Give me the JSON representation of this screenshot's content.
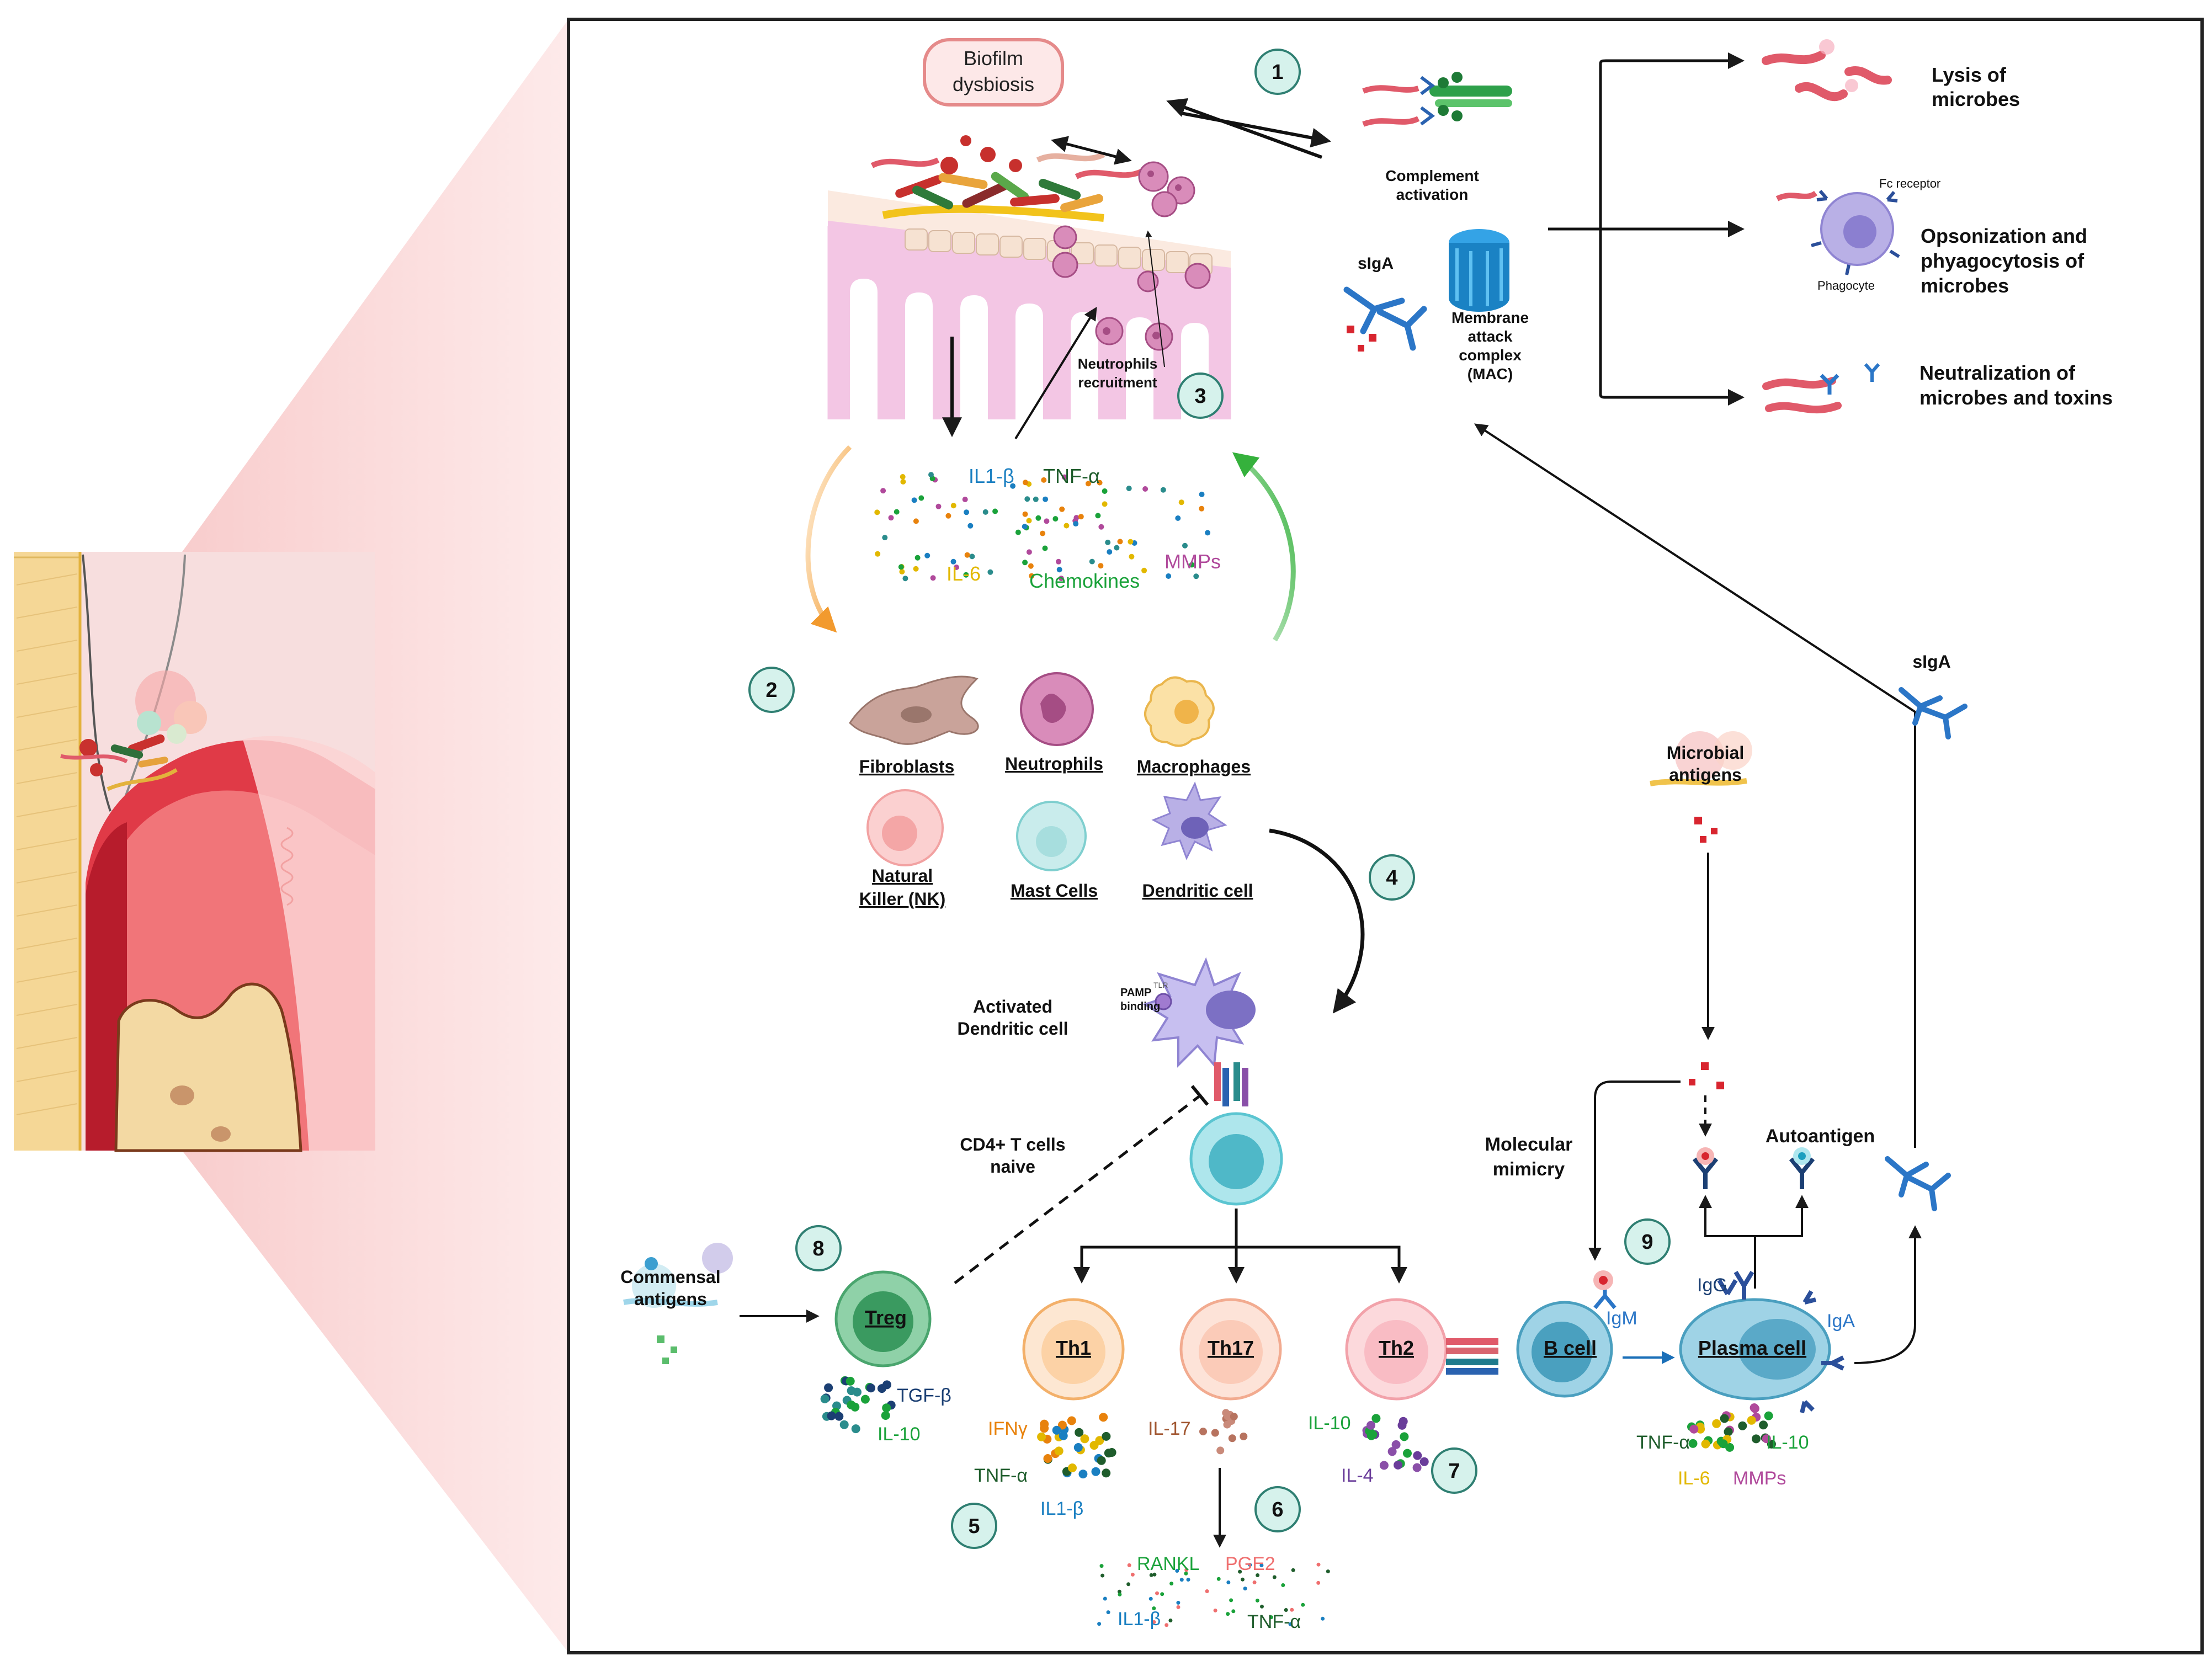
{
  "labels": {
    "biofilm": [
      "Biofilm",
      "dysbiosis"
    ],
    "neutrophils_recruitment": [
      "Neutrophils",
      "recruitment"
    ],
    "complement_activation": [
      "Complement",
      "activation"
    ],
    "siga_top": "sIgA",
    "mac": [
      "Membrane",
      "attack",
      "complex",
      "(MAC)"
    ],
    "lysis": [
      "Lysis of",
      "microbes"
    ],
    "fc_receptor": "Fc receptor",
    "phagocyte": "Phagocyte",
    "opsonization": [
      "Opsonization and",
      "phyagocytosis of",
      "microbes"
    ],
    "neutralization": [
      "Neutralization of",
      "microbes and toxins"
    ],
    "cytokines_top": {
      "il1b": "IL1-β",
      "tnfa": "TNF-α",
      "il6": "IL-6",
      "chemokines": "Chemokines",
      "mmps": "MMPs"
    },
    "cells": {
      "fibroblasts": "Fibroblasts",
      "neutrophils": "Neutrophils",
      "macrophages": "Macrophages",
      "nk": [
        "Natural",
        "Killer (NK)"
      ],
      "mast": "Mast Cells",
      "dendritic": "Dendritic cell"
    },
    "activated_dc": [
      "Activated",
      "Dendritic cell"
    ],
    "pamp": [
      "PAMP",
      "binding"
    ],
    "tlr": "TLR",
    "cd4": [
      "CD4+ T cells",
      "naive"
    ],
    "commensal": [
      "Commensal",
      "antigens"
    ],
    "treg": "Treg",
    "treg_cyto": {
      "tgfb": "TGF-β",
      "il10": "IL-10"
    },
    "th1": "Th1",
    "th1_cyto": {
      "ifng": "IFNγ",
      "tnfa": "TNF-α",
      "il1b": "IL1-β"
    },
    "th17": "Th17",
    "th17_cyto": {
      "il17": "IL-17"
    },
    "th17_bottom": {
      "rankl": "RANKL",
      "pge2": "PGE2",
      "il1b": "IL1-β",
      "tnfa": "TNF-α"
    },
    "th2": "Th2",
    "th2_cyto": {
      "il10": "IL-10",
      "il4": "IL-4"
    },
    "bcell": "B cell",
    "igm": "IgM",
    "plasma": "Plasma cell",
    "igg": "IgG",
    "iga": "IgA",
    "plasma_cyto": {
      "tnfa": "TNF-α",
      "il10": "IL-10",
      "il6": "IL-6",
      "mmps": "MMPs"
    },
    "microbial_antigens": [
      "Microbial",
      "antigens"
    ],
    "molecular_mimicry": [
      "Molecular",
      "mimicry"
    ],
    "autoantigen": "Autoantigen",
    "siga_right": "sIgA"
  },
  "steps": [
    "1",
    "2",
    "3",
    "4",
    "5",
    "6",
    "7",
    "8",
    "9"
  ],
  "colors": {
    "frame": "#222222",
    "pink_cone": "#f8c9c9",
    "step_fill": "#d6f2ec",
    "step_stroke": "#2f7f72",
    "blue_text": "#1a7fc1",
    "green_text": "#1aa23a",
    "dark_green_text": "#1f5d2c",
    "yellow_text": "#e2b800",
    "magenta_text": "#b0499b",
    "orange_text": "#e8820c",
    "brown_text": "#a0552f",
    "salmon_text": "#ef6f6f",
    "purple_text": "#6a3d9a",
    "navy_text": "#1b3f73",
    "orange_arrow": "#f29a2e",
    "green_arrow": "#35b13c"
  }
}
